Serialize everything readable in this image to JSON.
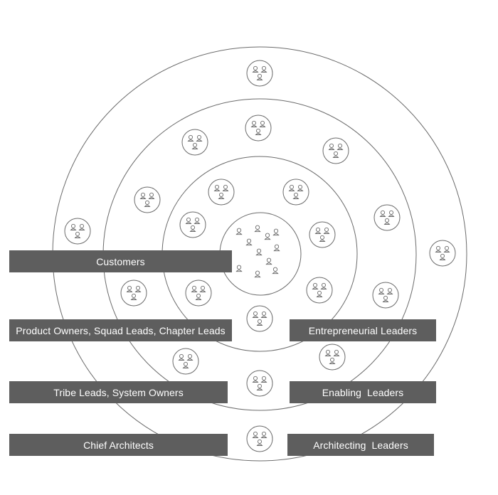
{
  "labels": {
    "customers": "Customers",
    "product_owners": "Product Owners, Squad Leads, Chapter Leads",
    "tribe_leads": "Tribe Leads, System Owners",
    "chief_architects": "Chief Architects",
    "entrepreneurial": "Entrepreneurial Leaders",
    "enabling": "Enabling  Leaders",
    "architecting": "Architecting  Leaders"
  },
  "colors": {
    "label_bg": "#5e5e5e",
    "label_text": "#ffffff",
    "line": "#6b6b6b"
  },
  "icons": {
    "group": "people-group-icon",
    "person": "person-icon"
  }
}
